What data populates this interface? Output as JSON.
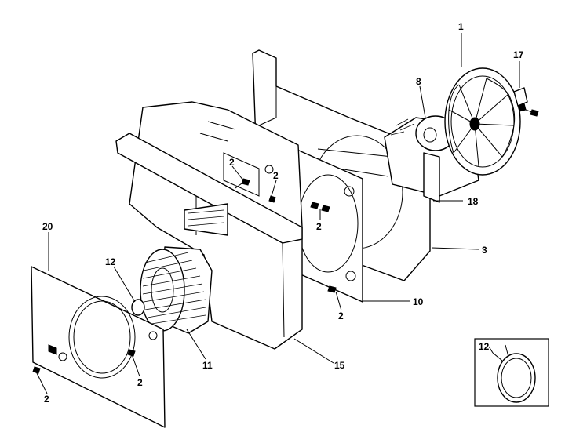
{
  "diagram": {
    "callouts": {
      "c1": "1",
      "c17": "17",
      "c8": "8",
      "c18": "18",
      "c3": "3",
      "c10": "10",
      "c2a": "2",
      "c2b": "2",
      "c2c": "2",
      "c2d": "2",
      "c2e": "2",
      "c2f": "2",
      "c20": "20",
      "c12": "12",
      "c11": "11",
      "c15": "15",
      "c12_inset": "12"
    }
  }
}
